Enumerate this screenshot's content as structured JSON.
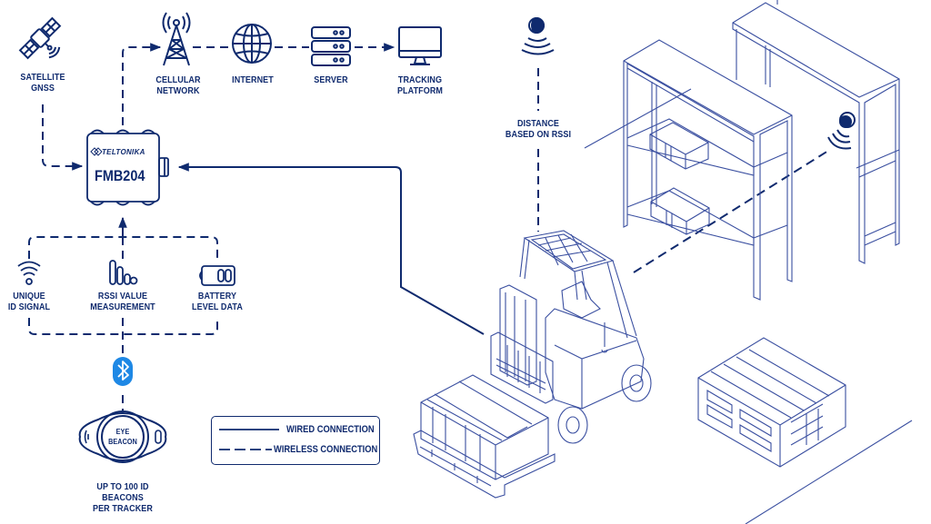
{
  "diagram": {
    "colors": {
      "primary": "#0f2a6e",
      "line_art": "#3a4fa0",
      "bluetooth": "#1e88e5"
    },
    "nodes": {
      "satellite": {
        "icon": "satellite-icon",
        "lines": [
          "SATELLITE",
          "GNSS"
        ]
      },
      "cellular": {
        "icon": "cell-tower-icon",
        "lines": [
          "CELLULAR",
          "NETWORK"
        ]
      },
      "internet": {
        "icon": "globe-icon",
        "lines": [
          "INTERNET"
        ]
      },
      "server": {
        "icon": "server-icon",
        "lines": [
          "SERVER"
        ]
      },
      "tracking": {
        "icon": "monitor-icon",
        "lines": [
          "TRACKING",
          "PLATFORM"
        ]
      },
      "tracker": {
        "brand": "TELTONIKA",
        "model": "FMB204",
        "icon": "tracker-device-icon"
      },
      "unique_id": {
        "icon": "signal-icon",
        "lines": [
          "UNIQUE",
          "ID SIGNAL"
        ]
      },
      "rssi": {
        "icon": "rssi-bars-icon",
        "lines": [
          "RSSI VALUE",
          "MEASUREMENT"
        ]
      },
      "battery": {
        "icon": "battery-icon",
        "lines": [
          "BATTERY",
          "LEVEL DATA"
        ]
      },
      "bluetooth": {
        "icon": "bluetooth-icon"
      },
      "beacon": {
        "lines": [
          "EYE",
          "BEACON"
        ],
        "caption": [
          "UP TO 100 ID BEACONS",
          "PER TRACKER"
        ]
      },
      "distance": {
        "lines": [
          "DISTANCE",
          "BASED ON RSSI"
        ]
      }
    },
    "legend": {
      "wired": "WIRED CONNECTION",
      "wireless": "WIRELESS CONNECTION"
    }
  }
}
